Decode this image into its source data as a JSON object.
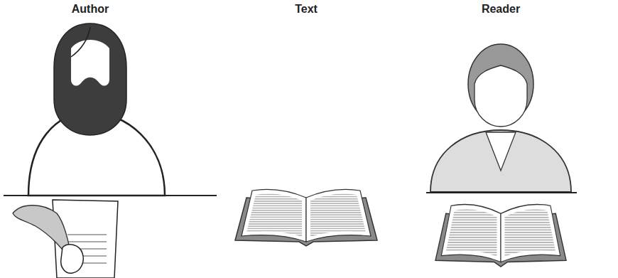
{
  "diagram": {
    "labels": [
      "Author",
      "Text",
      "Reader"
    ]
  }
}
